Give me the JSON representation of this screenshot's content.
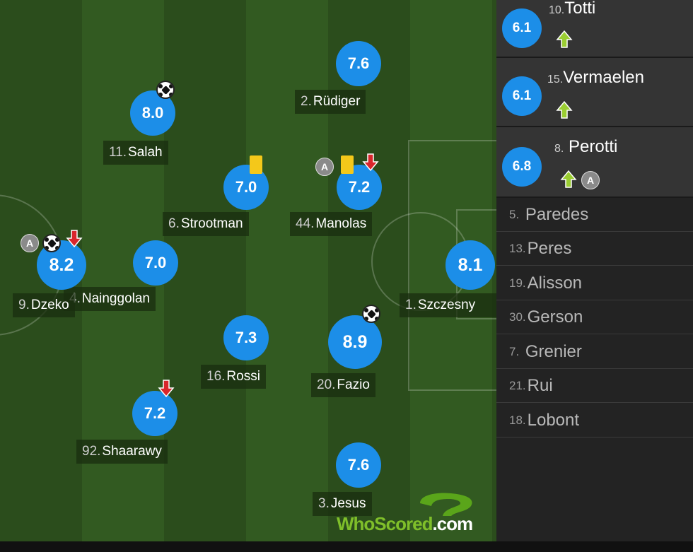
{
  "players": [
    {
      "id": "rudiger",
      "number": "2.",
      "name": "Rüdiger",
      "rating": "7.6"
    },
    {
      "id": "salah",
      "number": "11.",
      "name": "Salah",
      "rating": "8.0"
    },
    {
      "id": "strootman",
      "number": "6.",
      "name": "Strootman",
      "rating": "7.0"
    },
    {
      "id": "manolas",
      "number": "44.",
      "name": "Manolas",
      "rating": "7.2"
    },
    {
      "id": "dzeko",
      "number": "9.",
      "name": "Dzeko",
      "rating": "8.2"
    },
    {
      "id": "nainggolan",
      "number": "4.",
      "name": "Nainggolan",
      "rating": "7.0"
    },
    {
      "id": "szczesny",
      "number": "1.",
      "name": "Szczesny",
      "rating": "8.1"
    },
    {
      "id": "rossi",
      "number": "16.",
      "name": "Rossi",
      "rating": "7.3"
    },
    {
      "id": "fazio",
      "number": "20.",
      "name": "Fazio",
      "rating": "8.9"
    },
    {
      "id": "shaarawy",
      "number": "92.",
      "name": "Shaarawy",
      "rating": "7.2"
    },
    {
      "id": "jesus",
      "number": "3.",
      "name": "Jesus",
      "rating": "7.6"
    }
  ],
  "substitutes": [
    {
      "number": "10.",
      "name": "Totti",
      "rating": "6.1"
    },
    {
      "number": "15.",
      "name": "Vermaelen",
      "rating": "6.1"
    },
    {
      "number": "8.",
      "name": "Perotti",
      "rating": "6.8"
    }
  ],
  "bench": [
    {
      "number": "5.",
      "name": "Paredes"
    },
    {
      "number": "13.",
      "name": "Peres"
    },
    {
      "number": "19.",
      "name": "Alisson"
    },
    {
      "number": "30.",
      "name": "Gerson"
    },
    {
      "number": "7.",
      "name": "Grenier"
    },
    {
      "number": "21.",
      "name": "Rui"
    },
    {
      "number": "18.",
      "name": "Lobont"
    }
  ],
  "badges": {
    "assist": "A"
  },
  "logo": {
    "text": "WhoScored",
    "suffix": ".com"
  },
  "icons": [
    "football-icon",
    "yellow-card-icon",
    "assist-icon",
    "sub-off-arrow-icon",
    "sub-on-arrow-icon"
  ],
  "colors": {
    "rating_blue": "#1c8ee8",
    "pitch_dark": "#2b4d1c",
    "pitch_light": "#325a21",
    "yellow_card": "#f4c81a",
    "sub_off_red": "#d9262c",
    "sub_on_green": "#9acd32"
  }
}
